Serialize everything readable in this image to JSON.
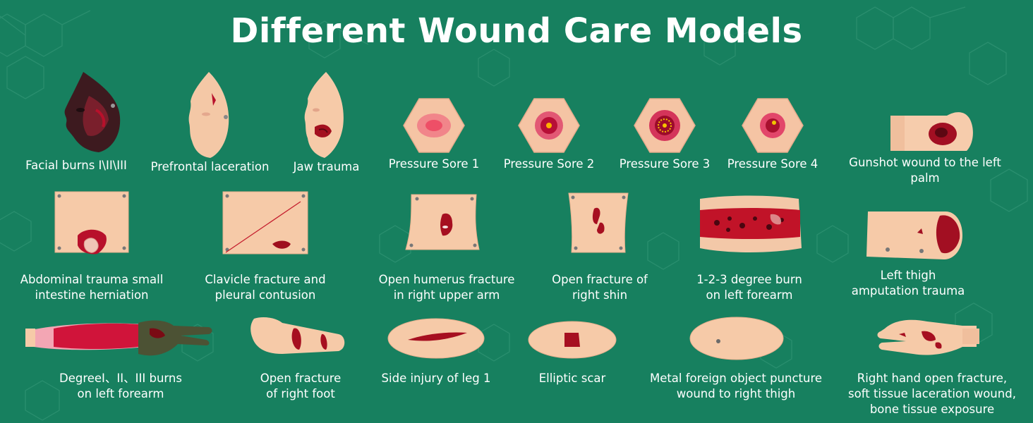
{
  "page": {
    "title": "Different Wound Care Models"
  },
  "colors": {
    "background": "#17805f",
    "skin": "#f6c9a8",
    "wound": "#b8102b",
    "text": "#ffffff"
  },
  "items": [
    {
      "label": "Facial burns I\\II\\III",
      "icon": "burned-face-mask-icon"
    },
    {
      "label": "Prefrontal laceration",
      "icon": "face-mask-forehead-wound-icon"
    },
    {
      "label": "Jaw trauma",
      "icon": "face-mask-jaw-wound-icon"
    },
    {
      "label": "Pressure Sore 1",
      "icon": "hexagon-pressure-sore-icon"
    },
    {
      "label": "Pressure Sore 2",
      "icon": "hexagon-pressure-sore-icon"
    },
    {
      "label": "Pressure Sore 3",
      "icon": "hexagon-pressure-sore-icon"
    },
    {
      "label": "Pressure Sore 4",
      "icon": "hexagon-pressure-sore-icon"
    },
    {
      "label": "Gunshot wound to the left palm",
      "icon": "palm-gunshot-wound-icon"
    },
    {
      "label": "Abdominal trauma small\nintestine herniation",
      "icon": "abdominal-pad-icon"
    },
    {
      "label": "Clavicle fracture and\npleural contusion",
      "icon": "clavicle-pad-icon"
    },
    {
      "label": "Open humerus fracture\nin right upper arm",
      "icon": "upper-arm-pad-icon"
    },
    {
      "label": "Open fracture of\nright shin",
      "icon": "shin-pad-icon"
    },
    {
      "label": "1-2-3 degree burn\non left forearm",
      "icon": "forearm-burn-sleeve-icon"
    },
    {
      "label": "Left thigh\namputation trauma",
      "icon": "thigh-amputation-icon"
    },
    {
      "label": "DegreeI、II、III burns\non left forearm",
      "icon": "burned-arm-hand-icon"
    },
    {
      "label": "Open fracture\nof right foot",
      "icon": "foot-fracture-icon"
    },
    {
      "label": "Side injury of leg 1",
      "icon": "oval-laceration-pad-icon"
    },
    {
      "label": "Elliptic scar",
      "icon": "oval-scar-pad-icon"
    },
    {
      "label": "Metal foreign object puncture\nwound to right thigh",
      "icon": "oval-puncture-pad-icon"
    },
    {
      "label": "Right hand open fracture,\nsoft tissue laceration wound,\nbone tissue exposure",
      "icon": "hand-open-fracture-icon"
    }
  ]
}
